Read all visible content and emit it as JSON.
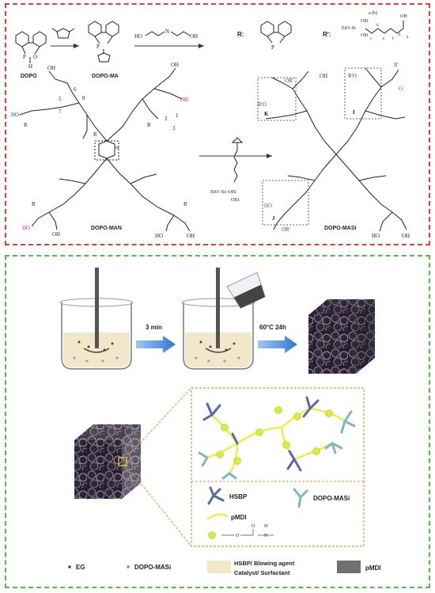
{
  "top_panel": {
    "reaction": {
      "dopo_label": "DOPO",
      "dopo_ma_label": "DOPO-MA",
      "p_label": "P",
      "o_label": "O",
      "h_label": "H",
      "r_def": "R:",
      "r_prime_def": "R':",
      "r_prime_text": {
        "ab": "a (b)",
        "oet1": "OEt",
        "etosi": "EtO–Si",
        "oet2": "OEt",
        "oh": "OH",
        "c": "c",
        "d": "d",
        "e": "e",
        "f": "f",
        "g": "g",
        "h": "h"
      }
    },
    "man_label": "DOPO-MAN",
    "masi_label": "DOPO-MASi",
    "silane_labels": {
      "etosi": "EtO–Si–OEt",
      "oet": "OEt"
    },
    "man_numbers": {
      "n1": "1",
      "n2": "2",
      "n3": "3",
      "n5": "5",
      "n6": "6",
      "n7": "7",
      "n8": "8"
    },
    "man_atoms": {
      "ho": "HO",
      "oh": "OH",
      "r": "R",
      "n": "N",
      "o": "O",
      "m": "m",
      "oh_red": "OH"
    },
    "masi_atoms": {
      "rprime_o": "R'O",
      "or_prime": "OR'",
      "o_rprime": "O",
      "r_prime_red": "R'"
    },
    "region_labels": {
      "k": "K",
      "i": "I",
      "j": "J"
    }
  },
  "bottom_panel": {
    "step1_label": "3 min",
    "step2_label": "60°C  24h",
    "legend_inner": {
      "hsbp": "HSBP",
      "dopo_masi": "DOPO-MASi",
      "pmdi": "pMDI",
      "urethane_o": "O",
      "urethane_h": "H",
      "urethane_n": "N"
    },
    "legend_bottom": {
      "eg": "EG",
      "dopo_masi": "DOPO-MASi",
      "mixture_line1": "HSBP/ Blowing agent",
      "mixture_line2": "Catalyst/ Surfactant",
      "pmdi": "pMDI"
    },
    "colors": {
      "hsbp": "#5a6aa8",
      "dopo_masi": "#7fb8b8",
      "pmdi": "#eef04a",
      "node": "#d8ec3a",
      "mixture": "#f3e7c9",
      "pmdi_swatch": "#707070",
      "dash_red": "#e0413a",
      "dash_green": "#57b84c",
      "zoom_box": "#c8a03a",
      "arrow_blue": "#4a8fd8"
    }
  }
}
